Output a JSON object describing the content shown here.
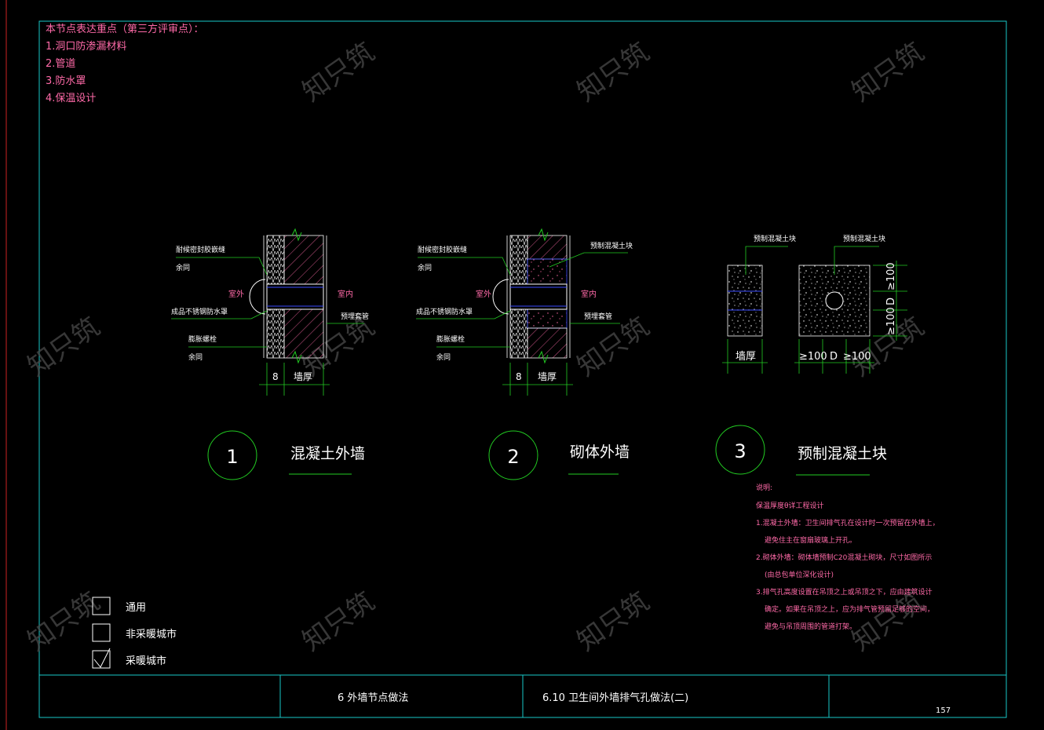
{
  "notes": {
    "heading": "本节点表达重点（第三方评审点）：",
    "items": [
      "1.洞口防渗漏材料",
      "2.管道",
      "3.防水罩",
      "4.保温设计"
    ]
  },
  "detail1": {
    "num": "1",
    "title": "混凝土外墙",
    "labels": [
      "耐候密封胶嵌缝",
      "余同",
      "成品不锈钢防水罩",
      "膨胀螺栓",
      "余同"
    ],
    "outside": "室外",
    "inside": "室内",
    "pipe": "预埋套管",
    "dim_a": "8",
    "dim_b": "墙厚"
  },
  "detail2": {
    "num": "2",
    "title": "砌体外墙",
    "labels": [
      "耐候密封胶嵌缝",
      "余同",
      "成品不锈钢防水罩",
      "膨胀螺栓",
      "余同"
    ],
    "outside": "室外",
    "inside": "室内",
    "block": "预制混凝土块",
    "pipe": "预埋套管",
    "dim_a": "8",
    "dim_b": "墙厚"
  },
  "detail3": {
    "num": "3",
    "title": "预制混凝土块",
    "label_left": "预制混凝土块",
    "label_right": "预制混凝土块",
    "dim_thick": "墙厚",
    "dim_h1": "≥100",
    "dim_h2": "D",
    "dim_h3": "≥100",
    "dim_w1": "≥100",
    "dim_w2": "D",
    "dim_w3": "≥100"
  },
  "explain": {
    "heading": "说明:",
    "lines": [
      "保温厚度θ详工程设计",
      "1.混凝土外墙：卫生间排气孔在设计时一次预留在外墙上，",
      "避免住主在窗扇玻璃上开孔。",
      "2.砌体外墙：砌体墙预制C20混凝土砌块，尺寸如图所示",
      "(由总包单位深化设计)",
      "3.排气孔高度设置在吊顶之上或吊顶之下，应由建筑设计",
      "确定。如果在吊顶之上，应为排气管预留足够的空间，",
      "避免与吊顶周围的管道打架。"
    ]
  },
  "legend": [
    {
      "label": "通用",
      "checked": false
    },
    {
      "label": "非采暖城市",
      "checked": false
    },
    {
      "label": "采暖城市",
      "checked": true
    }
  ],
  "title_block": {
    "chapter": "6   外墙节点做法",
    "section": "6.10   卫生间外墙排气孔做法(二)",
    "page": "157"
  },
  "watermark": "知只筑",
  "colors": {
    "frame": "#19c8c8",
    "pink": "#ff6aa8",
    "green": "#22cc22",
    "white": "#ffffff",
    "blue": "#3a4cff"
  }
}
